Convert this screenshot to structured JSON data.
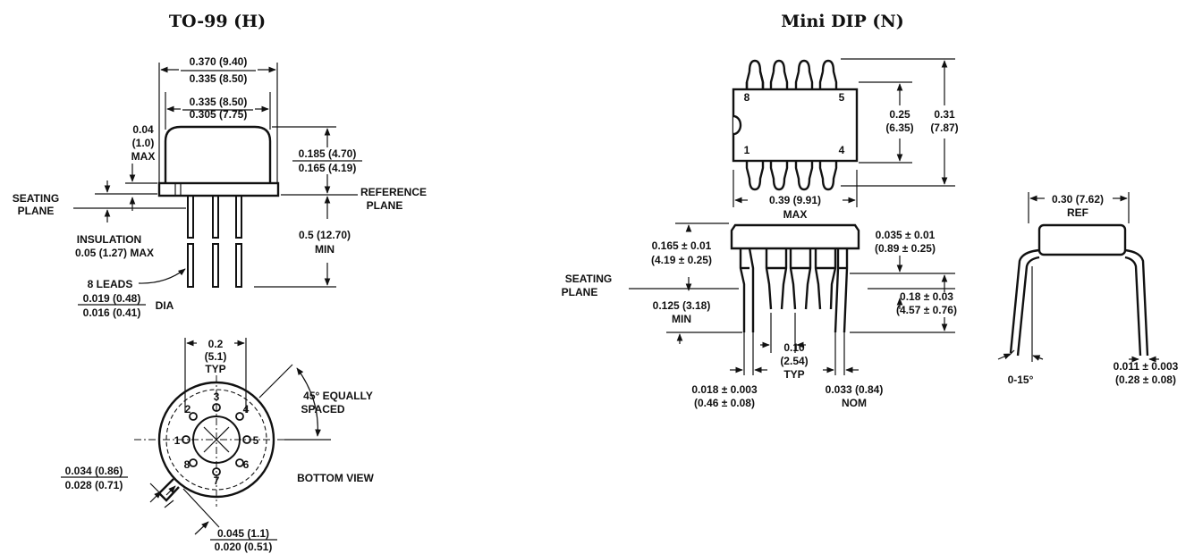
{
  "to99": {
    "title": "TO-99 (H)",
    "overall_width_max": "0.370 (9.40)",
    "overall_width_min": "0.335 (8.50)",
    "can_width_max": "0.335 (8.50)",
    "can_width_min": "0.305 (7.75)",
    "flange_1": "0.04",
    "flange_2": "(1.0)",
    "flange_3": "MAX",
    "height_max": "0.185 (4.70)",
    "height_min": "0.165 (4.19)",
    "seating_1": "SEATING",
    "seating_2": "PLANE",
    "reference_1": "REFERENCE",
    "reference_2": "PLANE",
    "insulation_1": "INSULATION",
    "insulation_2": "0.05 (1.27) MAX",
    "lead_len_1": "0.5 (12.70)",
    "lead_len_2": "MIN",
    "leads_note": "8 LEADS",
    "lead_dia_max": "0.019 (0.48)",
    "lead_dia_min": "0.016 (0.41)",
    "lead_dia_unit": "DIA",
    "spacing_1": "0.2",
    "spacing_2": "(5.1)",
    "spacing_3": "TYP",
    "angle_1": "45° EQUALLY",
    "angle_2": "SPACED",
    "tab_w_max": "0.034 (0.86)",
    "tab_w_min": "0.028 (0.71)",
    "tab_l_max": "0.045 (1.1)",
    "tab_l_min": "0.020 (0.51)",
    "bottom_view": "BOTTOM VIEW",
    "pins": [
      "1",
      "2",
      "3",
      "4",
      "5",
      "6",
      "7",
      "8"
    ]
  },
  "minidip": {
    "title": "Mini DIP (N)",
    "pin_labels": {
      "p8": "8",
      "p5": "5",
      "p1": "1",
      "p4": "4"
    },
    "row_width_1": "0.25",
    "row_width_2": "(6.35)",
    "overall_width_1": "0.31",
    "overall_width_2": "(7.87)",
    "length_1": "0.39 (9.91)",
    "length_2": "MAX",
    "body_height_1": "0.165  ± 0.01",
    "body_height_2": "(4.19  ± 0.25)",
    "standoff_1": "0.035  ± 0.01",
    "standoff_2": "(0.89  ± 0.25)",
    "seating_1": "SEATING",
    "seating_2": "PLANE",
    "lead_len_1": "0.125 (3.18)",
    "lead_len_2": "MIN",
    "pkg_height_1": "0.18  ± 0.03",
    "pkg_height_2": "(4.57  ± 0.76)",
    "pitch_1": "0.10",
    "pitch_2": "(2.54)",
    "pitch_3": "TYP",
    "lead_w_1": "0.018  ± 0.003",
    "lead_w_2": "(0.46  ± 0.08)",
    "shoulder_1": "0.033 (0.84)",
    "shoulder_2": "NOM",
    "row_ref_1": "0.30 (7.62)",
    "row_ref_2": "REF",
    "angle": "0-15°",
    "lead_thk_1": "0.011  ± 0.003",
    "lead_thk_2": "(0.28  ± 0.08)"
  }
}
